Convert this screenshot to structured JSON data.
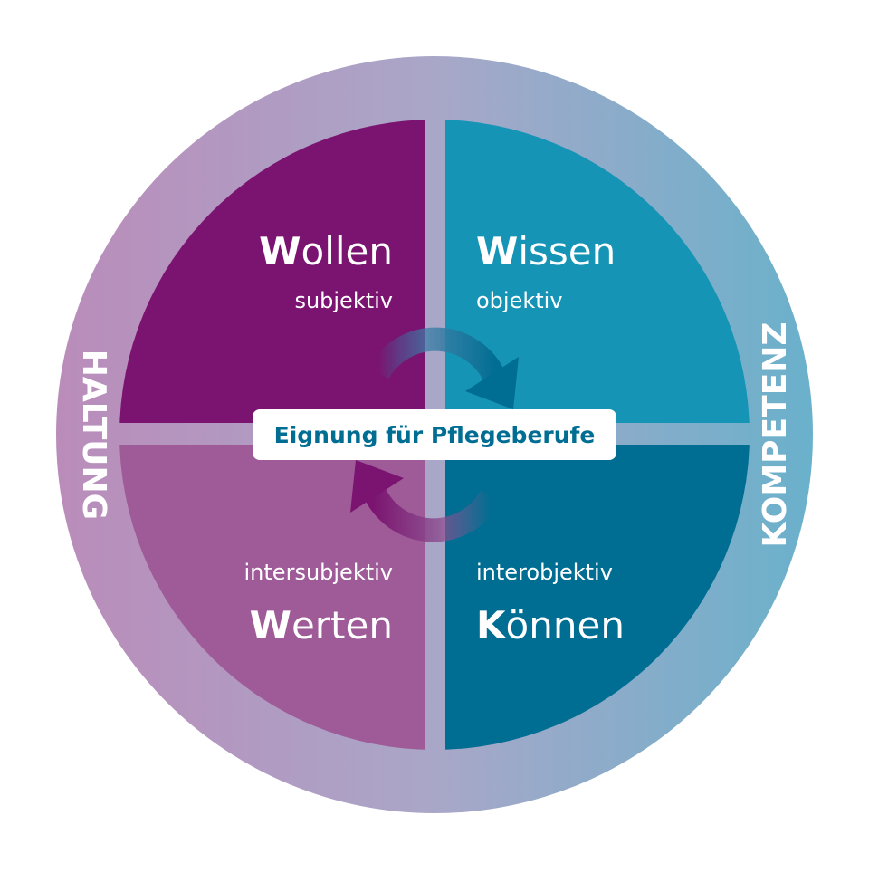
{
  "title": "Eignung für Pflegeberufe",
  "ring": {
    "left": "HALTUNG",
    "right": "KOMPETENZ"
  },
  "quadrants": {
    "top_left": {
      "initial": "W",
      "rest": "ollen",
      "sub": "subjektiv"
    },
    "top_right": {
      "initial": "W",
      "rest": "issen",
      "sub": "objektiv"
    },
    "bottom_left": {
      "initial": "W",
      "rest": "erten",
      "sub": "intersubjektiv"
    },
    "bottom_right": {
      "initial": "K",
      "rest": "önnen",
      "sub": "interobjektiv"
    }
  },
  "colors": {
    "top_left": "#7B1470",
    "top_right": "#1594B6",
    "bottom_left": "#9E5B98",
    "bottom_right": "#006D92",
    "ring_left": "#BA8CBA",
    "ring_right": "#6AB1CB",
    "title": "#006D92"
  }
}
